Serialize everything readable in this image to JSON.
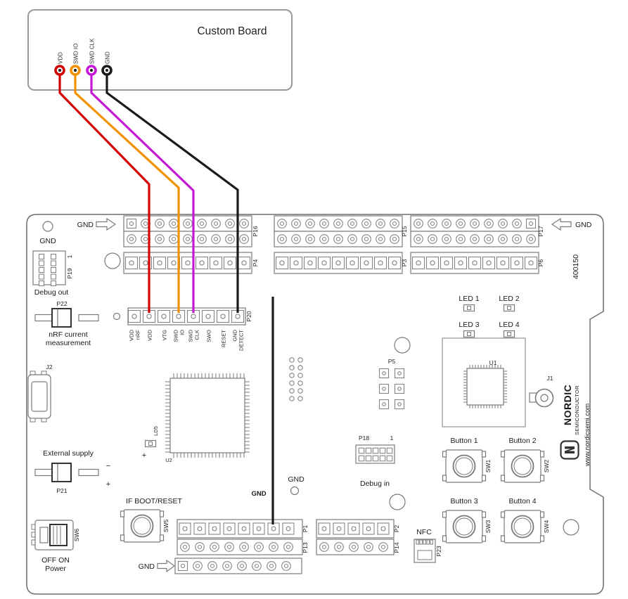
{
  "custom_board": {
    "title": "Custom Board",
    "pins": [
      {
        "label": "VDD",
        "color": "#d40000"
      },
      {
        "label": "SWD IO",
        "color": "#f29100"
      },
      {
        "label": "SWD CLK",
        "color": "#c517d6"
      },
      {
        "label": "GND",
        "color": "#1a1a1a"
      }
    ]
  },
  "wires": [
    {
      "signal": "VDD",
      "color": "#d40000",
      "connects_to": "P20 VDD"
    },
    {
      "signal": "SWD IO",
      "color": "#f29100",
      "connects_to": "P20 SWD IO"
    },
    {
      "signal": "SWD CLK",
      "color": "#c517d6",
      "connects_to": "P20 SWD CLK"
    },
    {
      "signal": "GND",
      "color": "#1a1a1a",
      "connects_to": "P20 GND DETECT"
    },
    {
      "signal": "GND",
      "color": "#1a1a1a",
      "connects_to": "GND near P1"
    }
  ],
  "board": {
    "gnd_top_left": "GND",
    "gnd_arrow_top_left": "GND",
    "gnd_arrow_top_right": "GND",
    "gnd_arrow_bottom": "GND",
    "part_number": "400150",
    "top_headers": {
      "p16": "P16",
      "p15": "P15",
      "p17": "P17",
      "p4": "P4",
      "p3": "P3",
      "p6": "P6"
    },
    "debug_out": {
      "ref": "P19",
      "pin1": "1",
      "label": "Debug out"
    },
    "current_measurement": {
      "ref": "P22",
      "line1": "nRF current",
      "line2": "measurement"
    },
    "usb": {
      "ref": "J2"
    },
    "external_supply": {
      "label": "External supply",
      "ref": "P21",
      "minus": "−",
      "plus": "+"
    },
    "power_switch": {
      "ref": "SW6",
      "states": "OFF ON",
      "label": "Power"
    },
    "p20": {
      "ref": "P20",
      "pin_labels": [
        [
          "VDD",
          "nRF"
        ],
        [
          "VDD"
        ],
        [
          "VTG"
        ],
        [
          "SWD",
          "IO"
        ],
        [
          "SWD",
          "CLK"
        ],
        [
          "SWO"
        ],
        [
          "RESET"
        ],
        [
          "GND",
          "DETECT"
        ]
      ]
    },
    "leds": {
      "led1": "LED 1",
      "led2": "LED 2",
      "led3": "LED 3",
      "led4": "LED 4"
    },
    "soc": {
      "ref": "U1"
    },
    "rf_connector": {
      "ref": "J1"
    },
    "branding": {
      "name": "NORDIC",
      "division": "SEMICONDUCTOR",
      "website": "www.nordicsemi.com"
    },
    "buttons": {
      "b1": {
        "label": "Button 1",
        "ref": "SW1"
      },
      "b2": {
        "label": "Button 2",
        "ref": "SW2"
      },
      "b3": {
        "label": "Button 3",
        "ref": "SW3"
      },
      "b4": {
        "label": "Button 4",
        "ref": "SW4"
      }
    },
    "interface_mcu": {
      "ref": "U2",
      "led": "LD5",
      "plus": "+"
    },
    "p5": {
      "ref": "P5"
    },
    "debug_in": {
      "ref": "P18",
      "pin1": "1",
      "label": "Debug in"
    },
    "gnd_testpoint": "GND",
    "gnd_bold": "GND",
    "boot_reset": {
      "label": "IF BOOT/RESET",
      "ref": "SW5"
    },
    "bottom_headers": {
      "p1": "P1",
      "p13": "P13",
      "p2": "P2",
      "p14": "P14"
    },
    "nfc": {
      "label": "NFC",
      "ref": "P23"
    }
  }
}
